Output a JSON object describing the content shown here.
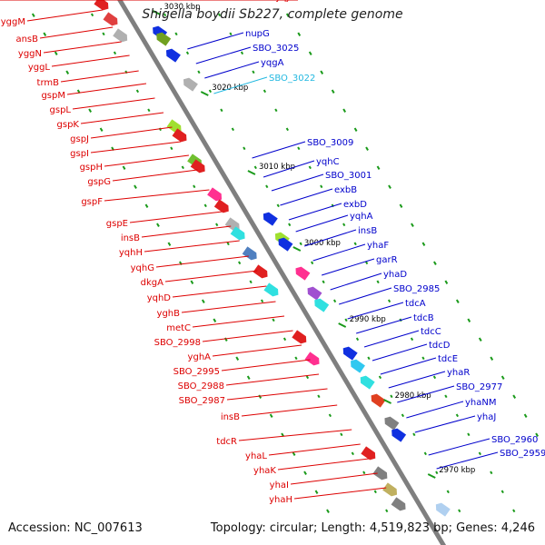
{
  "title": "Shigella boydii Sb227, complete genome",
  "accession_label": "Accession: NC_007613",
  "summary": "Topology: circular; Length: 4,519,823 bp; Genes: 4,246",
  "colors": {
    "backbone": "#7f7f7f",
    "left_labels": "#dd0000",
    "right_labels": "#0000cc",
    "highlight_label": "#22b8e0",
    "tick_text": "#000000",
    "dots": "#1a9a1a"
  },
  "scale_ticks": [
    "3030 kbp",
    "3020 kbp",
    "3010 kbp",
    "3000 kbp",
    "2990 kbp",
    "2980 kbp",
    "2970 kbp"
  ],
  "left_labels": [
    "yggM",
    "ansB",
    "yggN",
    "yggL",
    "trmB",
    "gspM",
    "gspL",
    "gspK",
    "gspJ",
    "gspI",
    "gspH",
    "gspG",
    "gspF",
    "gspE",
    "insB",
    "yqhH",
    "yqhG",
    "dkgA",
    "yqhD",
    "yghB",
    "metC",
    "SBO_2998",
    "yghA",
    "SBO_2995",
    "SBO_2988",
    "SBO_2987",
    "insB",
    "tdcR",
    "yhaL",
    "yhaK",
    "yhaI",
    "yhaH",
    "yqjG"
  ],
  "right_labels": [
    "nupG",
    "SBO_3025",
    "yqgA",
    "SBO_3022",
    "SBO_3009",
    "yqhC",
    "SBO_3001",
    "exbB",
    "exbD",
    "yqhA",
    "insB",
    "yhaF",
    "garR",
    "yhaD",
    "SBO_2985",
    "tdcA",
    "tdcB",
    "tdcC",
    "tdcD",
    "tdcE",
    "yhaR",
    "SBO_2977",
    "yhaNM",
    "yhaJ",
    "SBO_2960",
    "SBO_2959"
  ],
  "highlighted_right_label": "SBO_3022"
}
